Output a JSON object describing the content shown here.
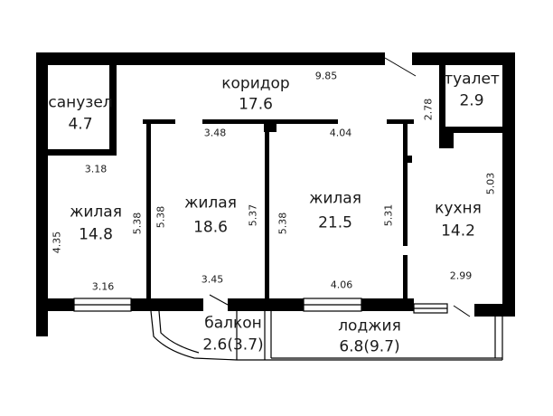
{
  "rooms": {
    "corridor": {
      "name": "коридор",
      "area": "17.6"
    },
    "toilet": {
      "name": "туалет",
      "area": "2.9"
    },
    "bathroom": {
      "name": "санузел",
      "area": "4.7"
    },
    "living1": {
      "name": "жилая",
      "area": "14.8"
    },
    "living2": {
      "name": "жилая",
      "area": "18.6"
    },
    "living3": {
      "name": "жилая",
      "area": "21.5"
    },
    "kitchen": {
      "name": "кухня",
      "area": "14.2"
    },
    "balcony": {
      "name": "балкон",
      "area": "2.6(3.7)"
    },
    "loggia": {
      "name": "лоджия",
      "area": "6.8(9.7)"
    }
  },
  "dimensions": {
    "corridor_length": "9.85",
    "toilet_height": "2.78",
    "living2_top": "3.48",
    "living3_top": "4.04",
    "bathroom_bottom": "3.18",
    "kitchen_side": "5.03",
    "living1_right": "5.38",
    "living2_left": "5.38",
    "living2_right": "5.37",
    "living3_left": "5.38",
    "living3_right": "5.31",
    "living1_left": "4.35",
    "living1_bottom": "3.16",
    "living2_bottom": "3.45",
    "living3_bottom": "4.06",
    "kitchen_bottom": "2.99"
  }
}
